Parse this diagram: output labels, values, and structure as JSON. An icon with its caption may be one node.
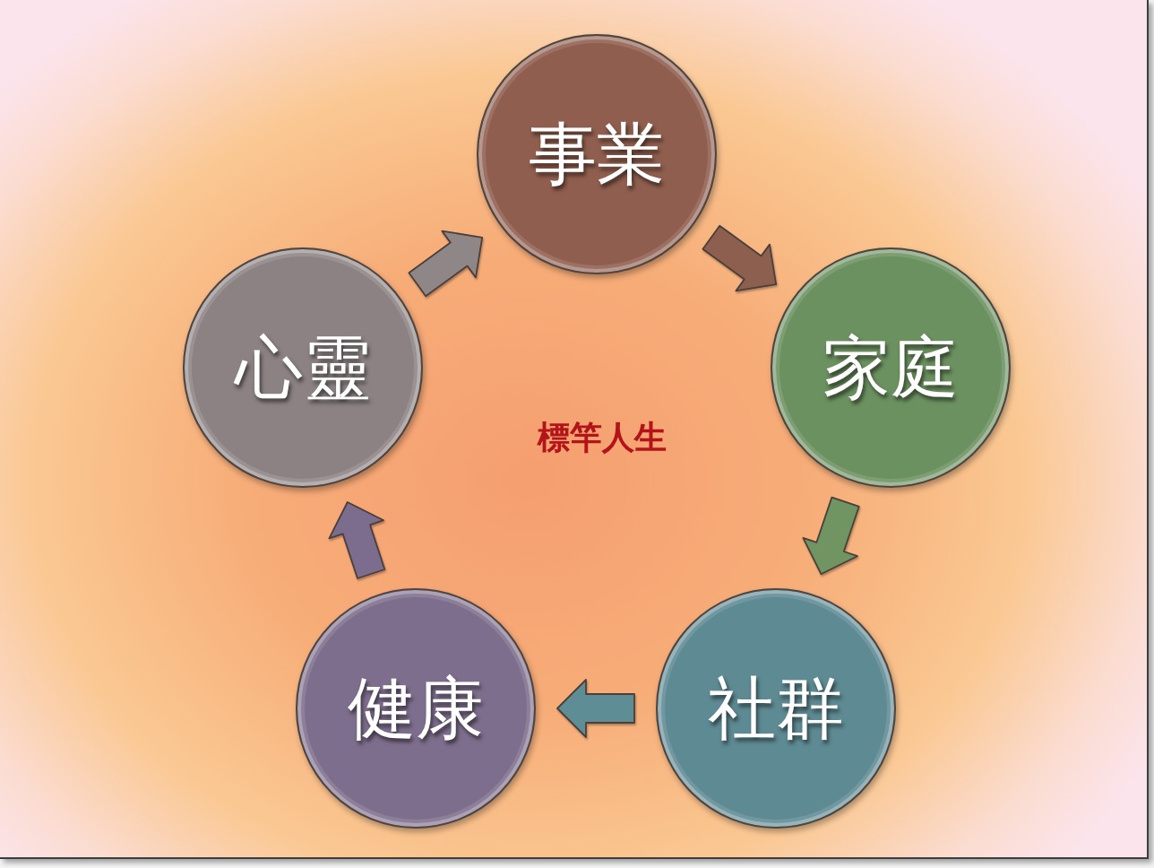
{
  "diagram": {
    "nodes": [
      {
        "text": [
          "事業"
        ]
      },
      {
        "text": [
          "家庭"
        ]
      },
      {
        "text": [
          "社群"
        ]
      },
      {
        "text": [
          "健康"
        ]
      },
      {
        "text": [
          "心靈"
        ]
      }
    ],
    "edges": [
      {
        "from": 4,
        "to": 0,
        "arrow": "to",
        "color": "#8e8687"
      },
      {
        "from": 0,
        "to": 1,
        "arrow": "to",
        "color": "#8c5e50"
      },
      {
        "from": 1,
        "to": 2,
        "arrow": "to",
        "color": "#6f9462"
      },
      {
        "from": 2,
        "to": 3,
        "arrow": "to",
        "color": "#5f8d96"
      },
      {
        "from": 3,
        "to": 4,
        "arrow": "to",
        "color": "#7c6c8e"
      }
    ],
    "labels": [
      "標竿人生"
    ]
  }
}
